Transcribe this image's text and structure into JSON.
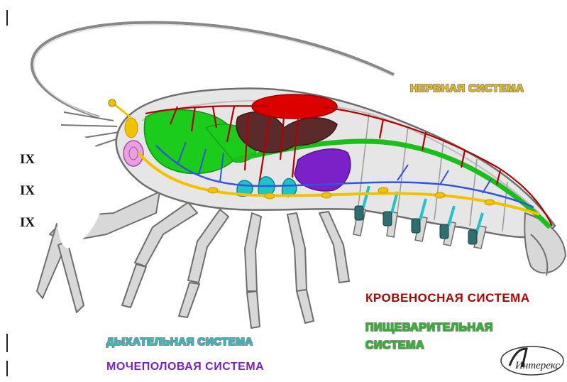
{
  "labels": {
    "nervous": "НЕРВНАЯ СИСТЕМА",
    "circulatory": "КРОВЕНОСНАЯ СИСТЕМА",
    "digestive_line1": "ПИЩЕВАРИТЕЛЬНАЯ",
    "digestive_line2": "СИСТЕМА",
    "respiratory": "ДЫХАТЕЛЬНАЯ СИСТЕМА",
    "urogenital": "МОЧЕПОЛОВАЯ СИСТЕМА"
  },
  "left_markers": [
    "IX",
    "IX",
    "IX"
  ],
  "logo": {
    "letter": "Л",
    "text": "Интерекс"
  },
  "colors": {
    "nervous": "#f2c200",
    "circulatory": "#b40000",
    "digestive": "#1bbf1b",
    "respiratory": "#1fc3c8",
    "urogenital": "#7a22c8",
    "body": "#d8d8d8",
    "outline": "#6e6e6e"
  }
}
